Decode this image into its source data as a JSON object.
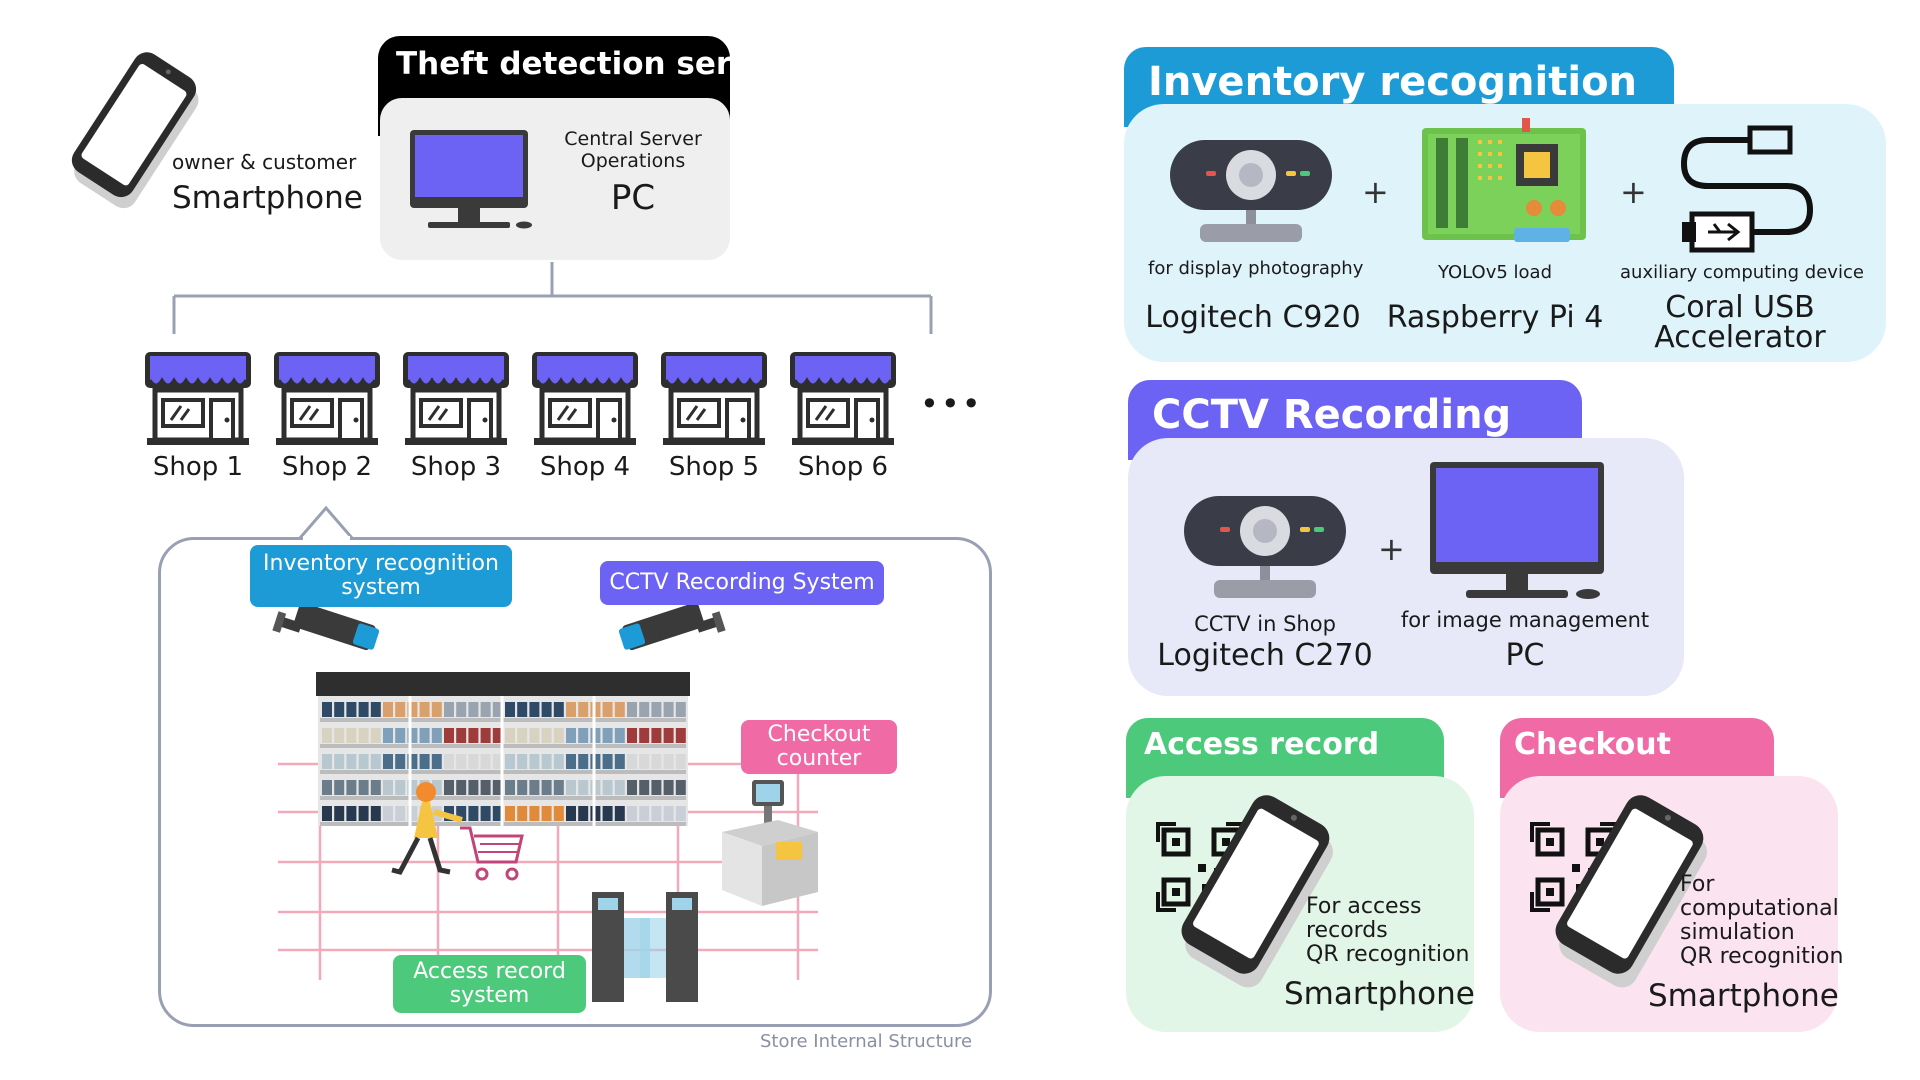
{
  "server": {
    "title": "Theft detection server",
    "subtitle_line1": "Central Server",
    "subtitle_line2": "Operations",
    "device": "PC"
  },
  "phone_client": {
    "caption": "owner & customer",
    "device": "Smartphone"
  },
  "shops": [
    "Shop 1",
    "Shop 2",
    "Shop 3",
    "Shop 4",
    "Shop 5",
    "Shop 6"
  ],
  "shops_more": "•••",
  "store": {
    "caption": "Store Internal Structure",
    "inventory_badge_line1": "Inventory recognition",
    "inventory_badge_line2": "system",
    "cctv_badge": "CCTV Recording System",
    "checkout_badge_line1": "Checkout",
    "checkout_badge_line2": "counter",
    "access_badge_line1": "Access record",
    "access_badge_line2": "system"
  },
  "inventory_system": {
    "title": "Inventory recognition system",
    "items": [
      {
        "caption": "for display photography",
        "name": "Logitech C920"
      },
      {
        "caption": "YOLOv5 load",
        "name": "Raspberry Pi 4"
      },
      {
        "caption": "auxiliary computing device",
        "name_line1": "Coral USB",
        "name_line2": "Accelerator"
      }
    ],
    "plus1": "+",
    "plus2": "+"
  },
  "cctv_system": {
    "title": "CCTV Recording System",
    "items": [
      {
        "caption": "CCTV in Shop",
        "name": "Logitech  C270"
      },
      {
        "caption": "for image management",
        "name": "PC"
      }
    ],
    "plus": "+"
  },
  "access_system": {
    "title": "Access record system",
    "desc_line1": "For access",
    "desc_line2": "records",
    "desc_line3": "QR recognition",
    "device": "Smartphone"
  },
  "checkout_system": {
    "title": "Checkout counter",
    "desc_line1": "For",
    "desc_line2": "computational",
    "desc_line3": "simulation",
    "desc_line4": "QR recognition",
    "device": "Smartphone"
  },
  "colors": {
    "blue_tab": "#1d9bd6",
    "blue_card": "#dff3fa",
    "purple_tab": "#6c63f5",
    "purple_card": "#e7e8f8",
    "green_tab": "#4cc97a",
    "green_card": "#e2f6e8",
    "pink_tab": "#f06aa6",
    "pink_card": "#fbe4ef",
    "screen": "#6c63f5"
  }
}
